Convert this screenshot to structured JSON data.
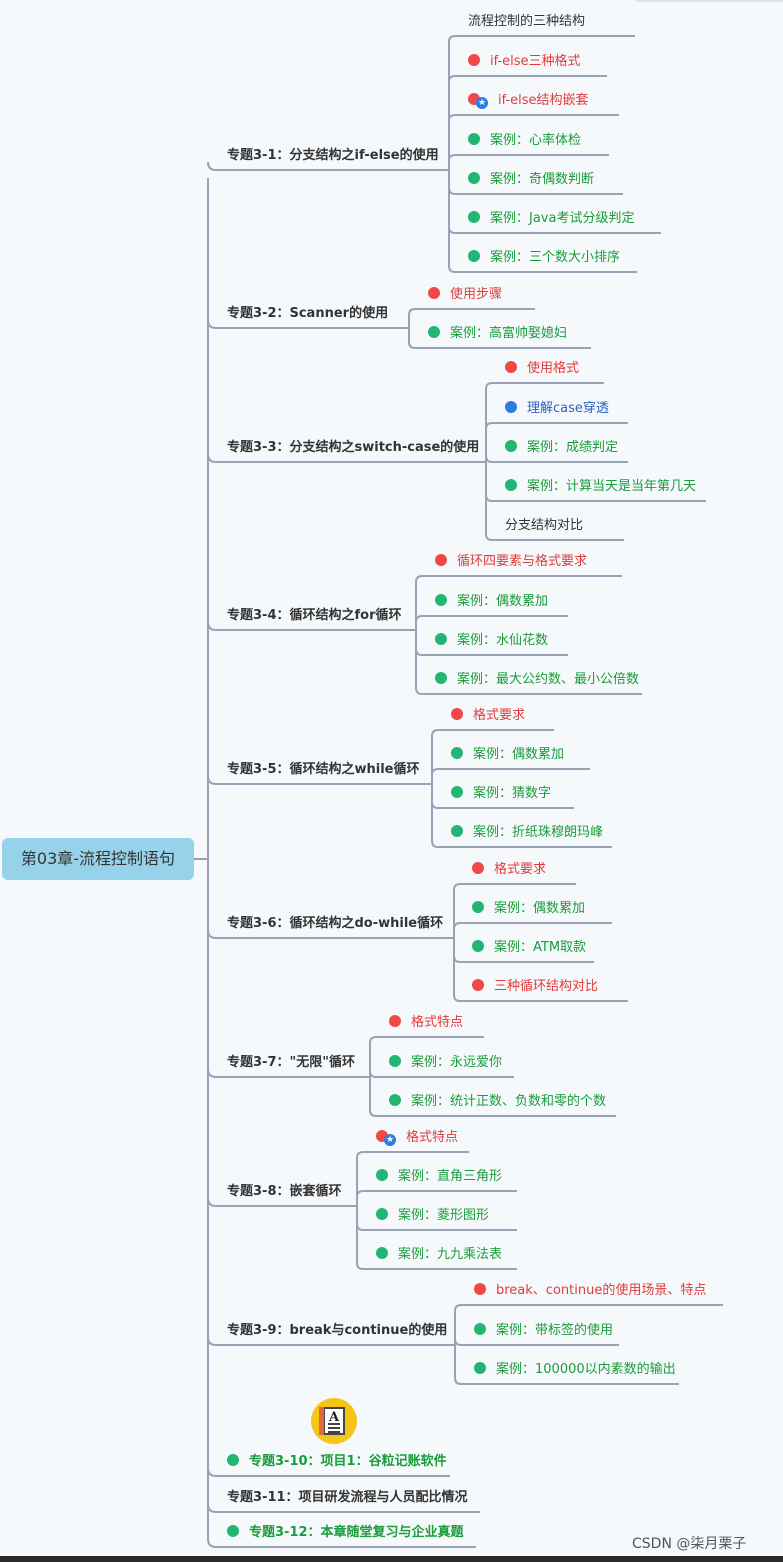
{
  "root": {
    "label": "第03章-流程控制语句"
  },
  "branches": [
    {
      "label": "专题3-1：分支结构之if-else的使用",
      "children": [
        {
          "label": "流程控制的三种结构",
          "marker": "none",
          "color": "gray"
        },
        {
          "label": "if-else三种格式",
          "marker": "red",
          "color": "red"
        },
        {
          "label": "if-else结构嵌套",
          "marker": "red-star",
          "color": "red"
        },
        {
          "label": "案例：心率体检",
          "marker": "green",
          "color": "green"
        },
        {
          "label": "案例：奇偶数判断",
          "marker": "green",
          "color": "green"
        },
        {
          "label": "案例：Java考试分级判定",
          "marker": "green",
          "color": "green"
        },
        {
          "label": "案例：三个数大小排序",
          "marker": "green",
          "color": "green"
        }
      ]
    },
    {
      "label": "专题3-2：Scanner的使用",
      "children": [
        {
          "label": "使用步骤",
          "marker": "red",
          "color": "red"
        },
        {
          "label": "案例：高富帅娶媳妇",
          "marker": "green",
          "color": "green"
        }
      ]
    },
    {
      "label": "专题3-3：分支结构之switch-case的使用",
      "children": [
        {
          "label": "使用格式",
          "marker": "red",
          "color": "red"
        },
        {
          "label": "理解case穿透",
          "marker": "blue",
          "color": "blue"
        },
        {
          "label": "案例：成绩判定",
          "marker": "green",
          "color": "green"
        },
        {
          "label": "案例：计算当天是当年第几天",
          "marker": "green",
          "color": "green"
        },
        {
          "label": "分支结构对比",
          "marker": "none",
          "color": "gray"
        }
      ]
    },
    {
      "label": "专题3-4：循环结构之for循环",
      "children": [
        {
          "label": "循环四要素与格式要求",
          "marker": "red",
          "color": "red"
        },
        {
          "label": "案例：偶数累加",
          "marker": "green",
          "color": "green"
        },
        {
          "label": "案例：水仙花数",
          "marker": "green",
          "color": "green"
        },
        {
          "label": "案例：最大公约数、最小公倍数",
          "marker": "green",
          "color": "green"
        }
      ]
    },
    {
      "label": "专题3-5：循环结构之while循环",
      "children": [
        {
          "label": "格式要求",
          "marker": "red",
          "color": "red"
        },
        {
          "label": "案例：偶数累加",
          "marker": "green",
          "color": "green"
        },
        {
          "label": "案例：猜数字",
          "marker": "green",
          "color": "green"
        },
        {
          "label": "案例：折纸珠穆朗玛峰",
          "marker": "green",
          "color": "green"
        }
      ]
    },
    {
      "label": "专题3-6：循环结构之do-while循环",
      "children": [
        {
          "label": "格式要求",
          "marker": "red",
          "color": "red"
        },
        {
          "label": "案例：偶数累加",
          "marker": "green",
          "color": "green"
        },
        {
          "label": "案例：ATM取款",
          "marker": "green",
          "color": "green"
        },
        {
          "label": "三种循环结构对比",
          "marker": "red",
          "color": "red"
        }
      ]
    },
    {
      "label": "专题3-7：\"无限\"循环",
      "children": [
        {
          "label": "格式特点",
          "marker": "red",
          "color": "red"
        },
        {
          "label": "案例：永远爱你",
          "marker": "green",
          "color": "green"
        },
        {
          "label": "案例：统计正数、负数和零的个数",
          "marker": "green",
          "color": "green"
        }
      ]
    },
    {
      "label": "专题3-8：嵌套循环",
      "children": [
        {
          "label": "格式特点",
          "marker": "red-star",
          "color": "red"
        },
        {
          "label": "案例：直角三角形",
          "marker": "green",
          "color": "green"
        },
        {
          "label": "案例：菱形图形",
          "marker": "green",
          "color": "green"
        },
        {
          "label": "案例：九九乘法表",
          "marker": "green",
          "color": "green"
        }
      ]
    },
    {
      "label": "专题3-9：break与continue的使用",
      "children": [
        {
          "label": "break、continue的使用场景、特点",
          "marker": "red",
          "color": "red"
        },
        {
          "label": "案例：带标签的使用",
          "marker": "green",
          "color": "green"
        },
        {
          "label": "案例：100000以内素数的输出",
          "marker": "green",
          "color": "green"
        }
      ]
    },
    {
      "label": "专题3-10：项目1：谷粒记账软件",
      "marker": "green",
      "children": []
    },
    {
      "label": "专题3-11：项目研发流程与人员配比情况",
      "children": []
    },
    {
      "label": "专题3-12：本章随堂复习与企业真题",
      "marker": "green",
      "children": []
    }
  ],
  "icons": {
    "project_icon": "notebook-icon",
    "project_icon_letter": "A"
  },
  "colors": {
    "red": "#f04848",
    "green": "#22b573",
    "blue": "#2d7be5",
    "line": "#9aa3b5",
    "root_fill": "#96d3ea"
  },
  "watermark": "CSDN @柒月栗子"
}
